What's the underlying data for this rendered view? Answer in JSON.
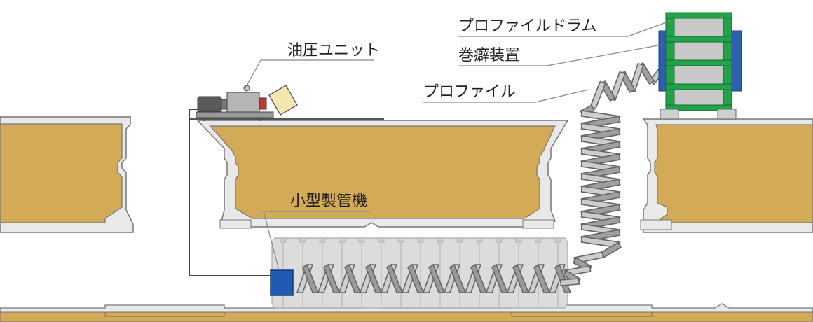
{
  "labels": {
    "profile_drum": "プロファイルドラム",
    "winding_device": "巻癖装置",
    "hydraulic_unit": "油圧ユニット",
    "profile": "プロファイル",
    "pipe_machine": "小型製管機"
  },
  "colors": {
    "sewer_fill": "#d3aa55",
    "concrete": "#e9e9e9",
    "concrete_edge": "#777777",
    "profile_strip": "#bdbdbd",
    "drum_frame": "#22a34a",
    "drum_side": "#2f5fb0",
    "machine_box": "#1f5bb5",
    "machine_body": "#dcdcdc"
  }
}
